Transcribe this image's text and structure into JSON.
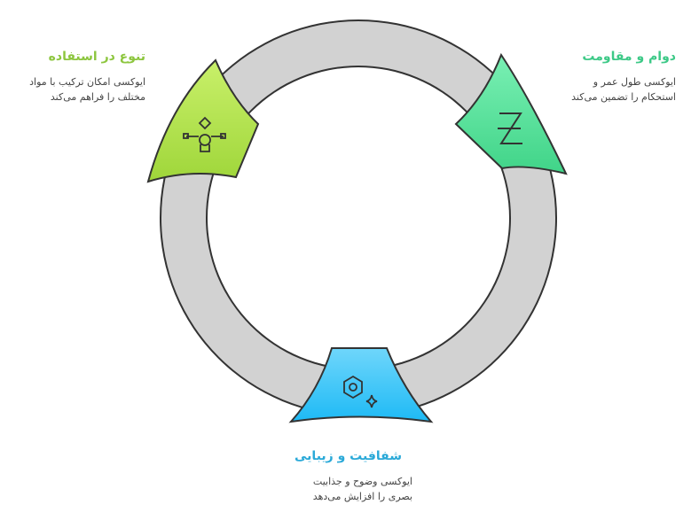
{
  "items": [
    {
      "title": "تنوع در استفاده",
      "desc1": "ایوکسی امکان ترکیب با مواد",
      "desc2": "مختلف را فراهم می‌کند",
      "color": "#8dc63f",
      "icon": "pen-tool-icon"
    },
    {
      "title": "دوام و مقاومت",
      "desc1": "ایوکسی طول عمر و",
      "desc2": "استحکام را تضمین می‌کند",
      "color": "#3dc987",
      "icon": "durability-icon"
    },
    {
      "title": "شفافیت و زیبایی",
      "desc1": "ایوکسی وضوح و جذابیت",
      "desc2": "بصری را افزایش می‌دهد",
      "color": "#2aa9d8",
      "icon": "clarity-icon"
    }
  ]
}
